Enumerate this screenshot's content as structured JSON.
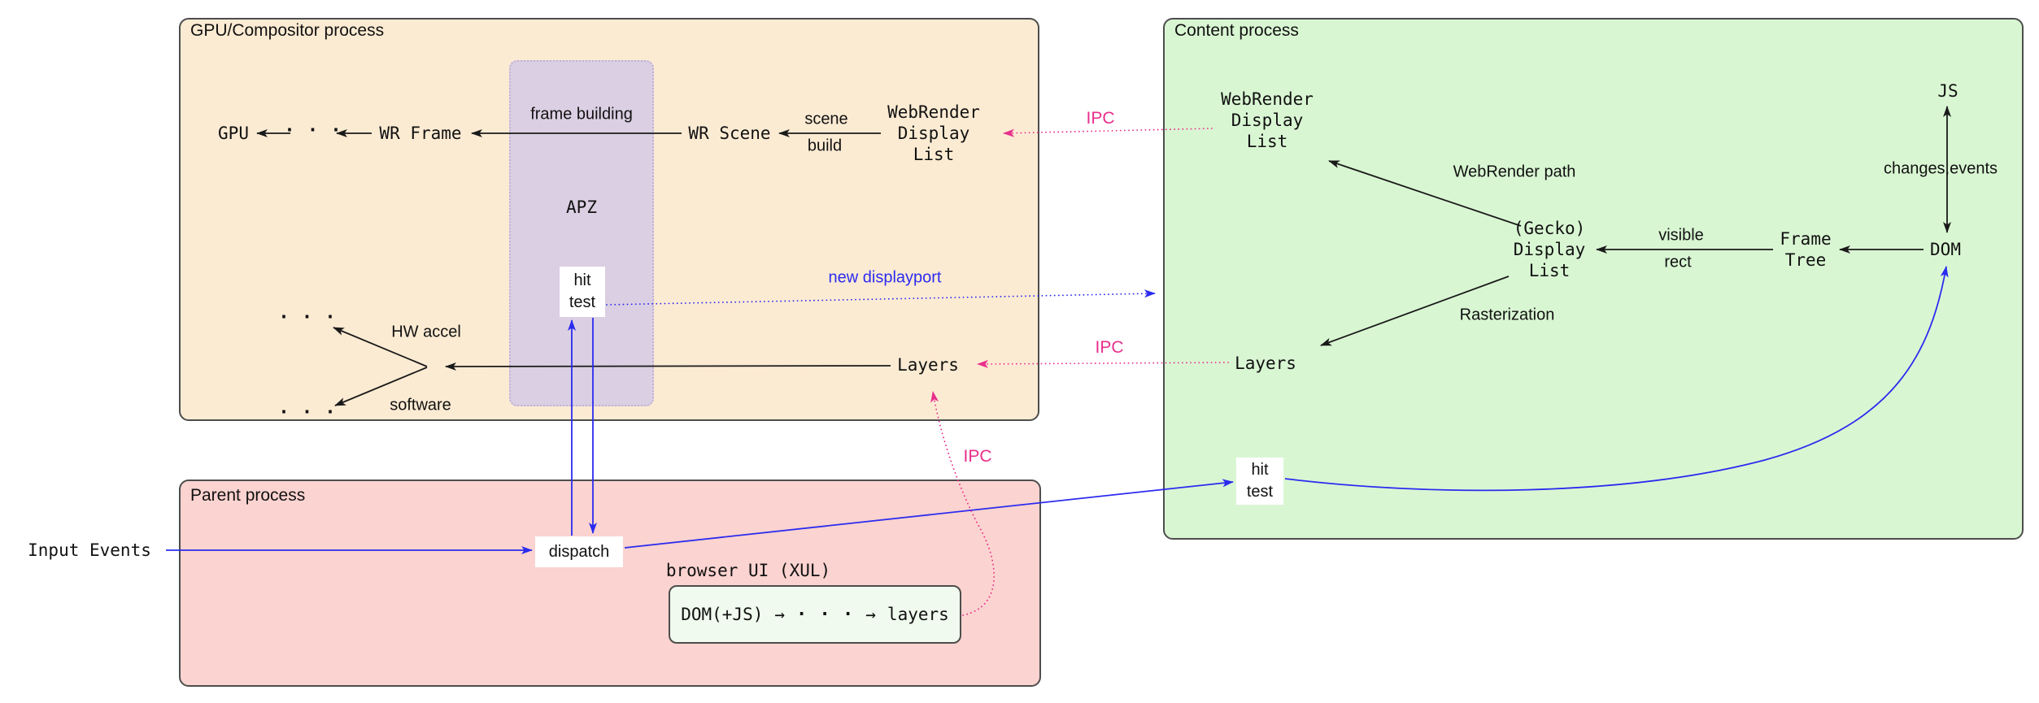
{
  "colors": {
    "gpu_box_fill": "#fcebd3",
    "parent_box_fill": "#fbd3d0",
    "content_box_fill": "#d9f6d3",
    "apz_fill": "#dbcfe3",
    "inner_box_fill": "#f0faee",
    "box_border": "#4d4d4d",
    "black_edge": "#1a1a1a",
    "blue": "#2b2bef",
    "magenta": "#e82f8c",
    "node_fill": "#ffffff"
  },
  "glyphs": {
    "cdots": "· · ·",
    "arrow_right": "→"
  },
  "gpu": {
    "title": "GPU/Compositor process",
    "gpu": "GPU",
    "wr_frame": "WR Frame",
    "frame_building": "frame building",
    "apz": "APZ",
    "wr_scene": "WR Scene",
    "scene": "scene",
    "build": "build",
    "wrdl1": "WebRender",
    "wrdl2": "Display",
    "wrdl3": "List",
    "hit": "hit",
    "test": "test",
    "hw_accel": "HW accel",
    "software": "software",
    "layers": "Layers"
  },
  "parent": {
    "title": "Parent process",
    "input_events": "Input Events",
    "dispatch": "dispatch",
    "browser_ui": "browser UI (XUL)",
    "dom_js": "DOM(+JS)",
    "layers": "layers"
  },
  "content": {
    "title": "Content process",
    "wrdl1": "WebRender",
    "wrdl2": "Display",
    "wrdl3": "List",
    "webrender_path": "WebRender path",
    "gecko1": "(Gecko)",
    "gecko2": "Display",
    "gecko3": "List",
    "visible": "visible",
    "rect": "rect",
    "frame": "Frame",
    "tree": "Tree",
    "dom": "DOM",
    "js": "JS",
    "changes_events": "changes,events",
    "rasterization": "Rasterization",
    "layers": "Layers",
    "hit": "hit",
    "test": "test"
  },
  "edges": {
    "ipc_top": "IPC",
    "ipc_mid": "IPC",
    "ipc_low": "IPC",
    "new_displayport": "new displayport"
  }
}
